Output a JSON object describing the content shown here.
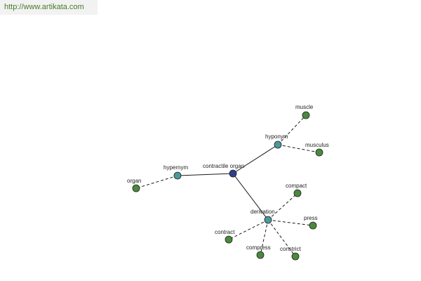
{
  "header": {
    "url": "http://www.artikata.com"
  },
  "colors": {
    "center": "#2f3f8f",
    "relation": "#4a9a9c",
    "leaf": "#4a8a3e"
  },
  "graph": {
    "center": {
      "label": "contractile organ"
    },
    "relations": [
      {
        "id": "hyponym",
        "label": "hyponym",
        "terms": [
          "muscle",
          "musculus"
        ]
      },
      {
        "id": "hypernym",
        "label": "hypernym",
        "terms": [
          "organ"
        ]
      },
      {
        "id": "derivation",
        "label": "derivation",
        "terms": [
          "compact",
          "press",
          "constrict",
          "compress",
          "contract"
        ]
      }
    ]
  }
}
